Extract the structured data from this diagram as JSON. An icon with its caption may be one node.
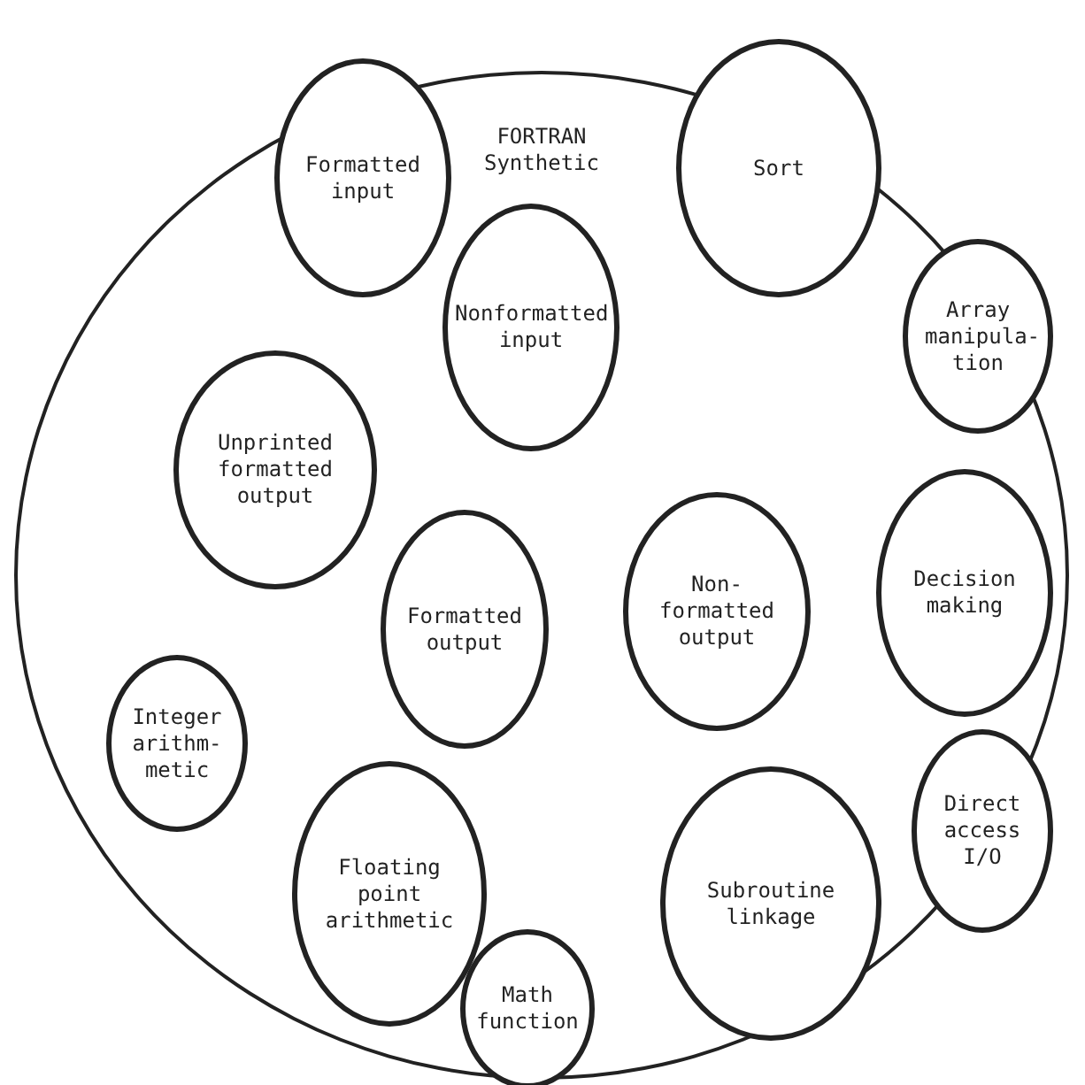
{
  "diagram": {
    "nodes": [
      {
        "text": [
          "FORTRAN Synthetic"
        ]
      },
      {
        "text": [
          "Formatted input"
        ],
        "in": 0
      },
      {
        "text": [
          "Sort"
        ],
        "in": 0
      },
      {
        "text": [
          "Nonformatted input"
        ],
        "in": 0
      },
      {
        "text": [
          "Array manipula- tion"
        ],
        "in": 0
      },
      {
        "text": [
          "Unprinted formatted output"
        ],
        "in": 0
      },
      {
        "text": [
          "Non- formatted output"
        ],
        "in": 0
      },
      {
        "text": [
          "Decision making"
        ],
        "in": 0
      },
      {
        "text": [
          "Formatted output"
        ],
        "in": 0
      },
      {
        "text": [
          "Integer arithm- metic"
        ],
        "in": 0
      },
      {
        "text": [
          "Direct access I/O"
        ],
        "in": 0
      },
      {
        "text": [
          "Floating point arithmetic"
        ],
        "in": 0
      },
      {
        "text": [
          "Subroutine linkage"
        ],
        "in": 0
      },
      {
        "text": [
          "Math function"
        ],
        "in": 0
      }
    ]
  }
}
